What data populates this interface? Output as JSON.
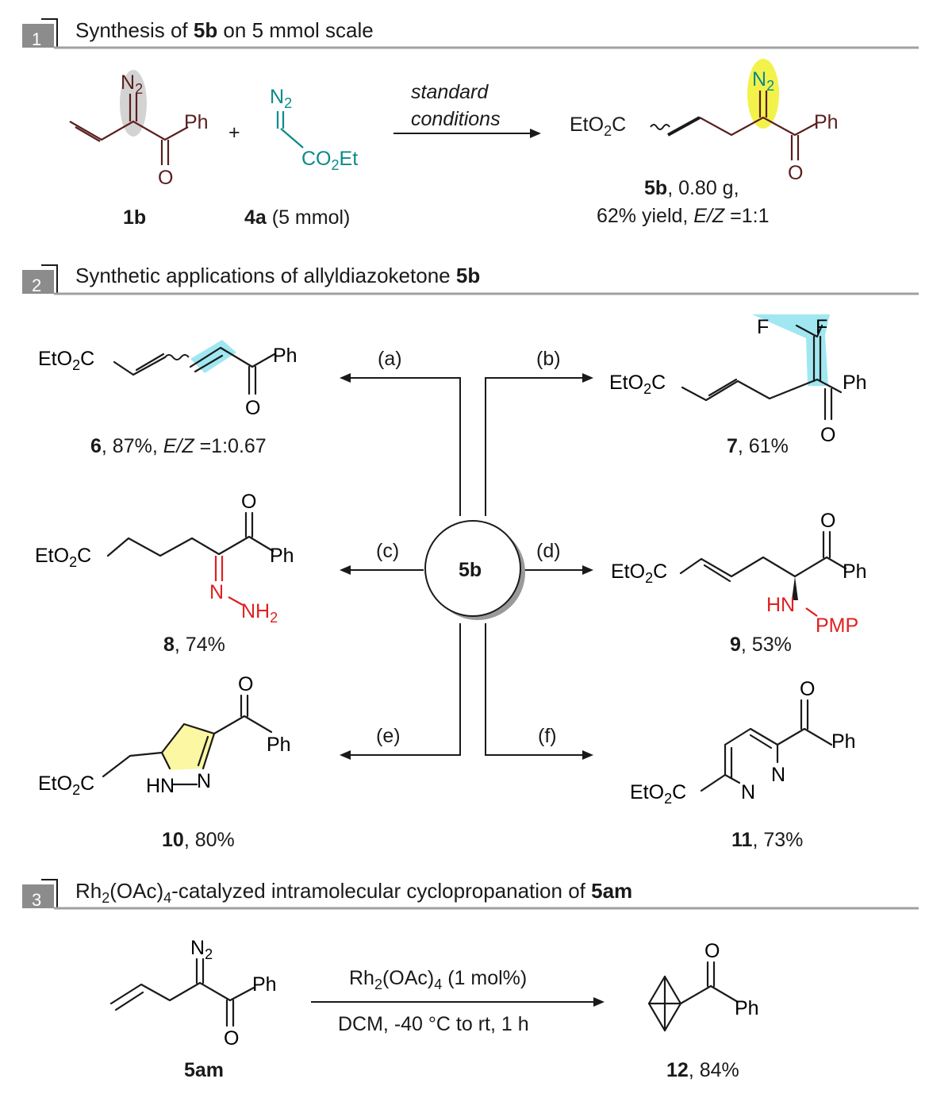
{
  "colors": {
    "dark_bond": "#1a1a1a",
    "brown": "#5a1e1e",
    "teal": "#0b8a8a",
    "red": "#e02020",
    "highlight_yellow": "#f2f24a",
    "highlight_cyan": "#8fe3ee",
    "highlight_gray": "#c8c8c8",
    "pale_yellow": "#fbf7a3",
    "section_box": "#8c8c8c",
    "divider": "#a0a0a0"
  },
  "sections": [
    {
      "num": "1",
      "text": "Synthesis of ",
      "bold": "5b",
      "text2": " on 5 mmol scale"
    },
    {
      "num": "2",
      "text": "Synthetic applications of allyldiazoketone ",
      "bold": "5b",
      "text2": ""
    },
    {
      "num": "3",
      "text": "Rh",
      "sub": "2",
      "text_mid": "(OAc)",
      "sub2": "4",
      "text2": "-catalyzed intramolecular cyclopropanation of ",
      "bold": "5am"
    }
  ],
  "section1": {
    "reactant1_label": "1b",
    "plus": "+",
    "reactant2_label": "4a",
    "reactant2_note": " (5 mmol)",
    "arrow_top": "standard",
    "arrow_bottom": "conditions",
    "product_label": "5b",
    "product_note1": ", 0.80 g,",
    "product_note2": "62% yield, ",
    "product_note2_italic": "E/Z",
    "product_note2_end": " =1:1"
  },
  "section2": {
    "center_label": "5b",
    "conditions": [
      "(a)",
      "(b)",
      "(c)",
      "(d)",
      "(e)",
      "(f)"
    ],
    "products": [
      {
        "label": "6",
        "yield": ", 87%, ",
        "extra_italic": "E/Z",
        "extra": " =1:0.67"
      },
      {
        "label": "7",
        "yield": ", 61%"
      },
      {
        "label": "8",
        "yield": ", 74%"
      },
      {
        "label": "9",
        "yield": ", 53%"
      },
      {
        "label": "10",
        "yield": ", 80%"
      },
      {
        "label": "11",
        "yield": ", 73%"
      }
    ]
  },
  "section3": {
    "reactant_label": "5am",
    "reagent": "Rh",
    "reagent_sub1": "2",
    "reagent_mid": "(OAc)",
    "reagent_sub2": "4",
    "reagent_end": " (1 mol%)",
    "condition": "DCM, -40 °C to rt, 1 h",
    "product_label": "12",
    "product_yield": ", 84%"
  },
  "atoms": {
    "N2": "N",
    "two": "2",
    "Ph": "Ph",
    "O": "O",
    "EtO2C_a": "EtO",
    "EtO2C_b": "C",
    "CO2Et_a": "CO",
    "CO2Et_b": "Et",
    "F": "F",
    "N": "N",
    "NH2_a": "NH",
    "HN": "HN",
    "PMP": "PMP"
  }
}
